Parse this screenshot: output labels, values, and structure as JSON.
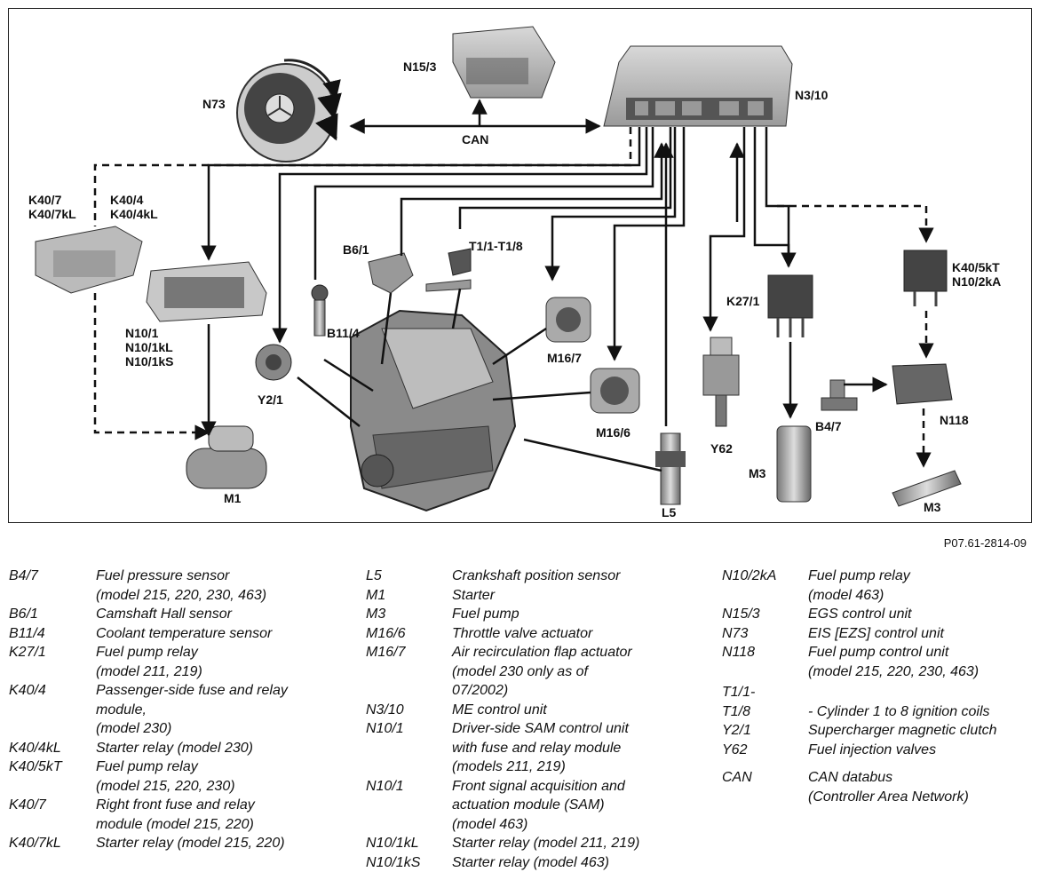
{
  "figure_id": "P07.61-2814-09",
  "diagram": {
    "labels": {
      "N73": "N73",
      "N15_3": "N15/3",
      "N3_10": "N3/10",
      "CAN": "CAN",
      "K40_7": "K40/7",
      "K40_7kL": "K40/7kL",
      "K40_4": "K40/4",
      "K40_4kL": "K40/4kL",
      "N10_1": "N10/1",
      "N10_1kL": "N10/1kL",
      "N10_1kS": "N10/1kS",
      "B6_1": "B6/1",
      "T1": "T1/1-T1/8",
      "B11_4": "B11/4",
      "M16_7": "M16/7",
      "M16_6": "M16/6",
      "K27_1": "K27/1",
      "K40_5kT": "K40/5kT",
      "N10_2kA": "N10/2kA",
      "Y2_1": "Y2/1",
      "Y62": "Y62",
      "B4_7": "B4/7",
      "N118": "N118",
      "M1": "M1",
      "L5": "L5",
      "M3_a": "M3",
      "M3_b": "M3"
    }
  },
  "legend": {
    "col1": [
      {
        "code": "B4/7",
        "desc": [
          "Fuel pressure sensor",
          "(model 215, 220, 230, 463)"
        ]
      },
      {
        "code": "B6/1",
        "desc": [
          "Camshaft Hall sensor"
        ]
      },
      {
        "code": "B11/4",
        "desc": [
          "Coolant temperature sensor"
        ]
      },
      {
        "code": "K27/1",
        "desc": [
          "Fuel pump relay",
          "(model 211, 219)"
        ]
      },
      {
        "code": "K40/4",
        "desc": [
          "Passenger-side fuse and relay",
          "module,",
          "(model 230)"
        ]
      },
      {
        "code": "K40/4kL",
        "desc": [
          "Starter relay (model 230)"
        ]
      },
      {
        "code": "K40/5kT",
        "desc": [
          "Fuel pump relay",
          "(model 215, 220, 230)"
        ]
      },
      {
        "code": "K40/7",
        "desc": [
          "Right front fuse and relay",
          "module (model 215, 220)"
        ]
      },
      {
        "code": "K40/7kL",
        "desc": [
          "Starter relay (model 215, 220)"
        ]
      }
    ],
    "col2": [
      {
        "code": "L5",
        "desc": [
          "Crankshaft position sensor"
        ]
      },
      {
        "code": "M1",
        "desc": [
          "Starter"
        ]
      },
      {
        "code": "M3",
        "desc": [
          "Fuel pump"
        ]
      },
      {
        "code": "M16/6",
        "desc": [
          "Throttle valve actuator"
        ]
      },
      {
        "code": "M16/7",
        "desc": [
          "Air recirculation flap actuator",
          "(model 230 only as of",
          "07/2002)"
        ]
      },
      {
        "code": "N3/10",
        "desc": [
          "ME control unit"
        ]
      },
      {
        "code": "N10/1",
        "desc": [
          "Driver-side SAM control unit",
          "with fuse and relay module",
          "(models 211, 219)"
        ]
      },
      {
        "code": "N10/1",
        "desc": [
          "Front signal acquisition and",
          "actuation module (SAM)",
          "(model 463)"
        ]
      },
      {
        "code": "N10/1kL",
        "desc": [
          "Starter relay (model 211, 219)"
        ]
      },
      {
        "code": "N10/1kS",
        "desc": [
          "Starter relay (model 463)"
        ]
      }
    ],
    "col3": [
      {
        "code": "N10/2kA",
        "desc": [
          "Fuel pump relay",
          "(model 463)"
        ]
      },
      {
        "code": "N15/3",
        "desc": [
          "EGS control unit"
        ]
      },
      {
        "code": "N73",
        "desc": [
          "EIS [EZS] control unit"
        ]
      },
      {
        "code": "N118",
        "desc": [
          "Fuel pump control unit",
          "(model 215, 220, 230, 463)"
        ]
      },
      {
        "code": "T1/1-",
        "desc": [
          ""
        ]
      },
      {
        "code": "T1/8",
        "desc": [
          "- Cylinder 1 to 8 ignition coils"
        ]
      },
      {
        "code": "Y2/1",
        "desc": [
          "Supercharger magnetic clutch"
        ]
      },
      {
        "code": "Y62",
        "desc": [
          "Fuel injection valves"
        ]
      },
      {
        "code": "CAN",
        "desc": [
          "CAN databus"
        ]
      },
      {
        "code": "",
        "desc": [
          "(Controller Area Network)"
        ]
      }
    ]
  }
}
